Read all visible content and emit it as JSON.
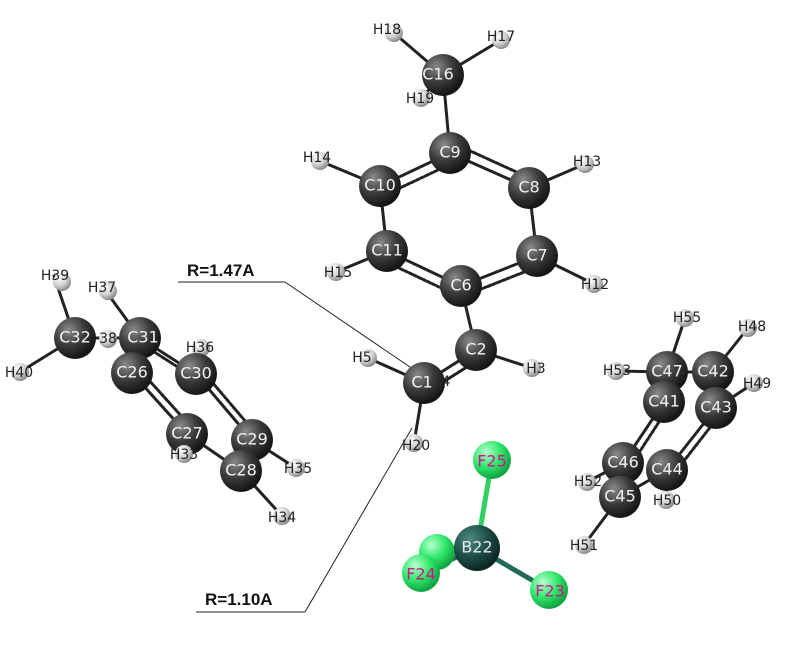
{
  "colors": {
    "carbon": "#3a3a3a",
    "hydrogen": "#cfcfcf",
    "fluorine": "#2fe86a",
    "boron": "#1f4f4a",
    "bond": "#222222"
  },
  "annotations": {
    "r1": "R=1.47A",
    "r2": "R=1.10A"
  },
  "atoms": {
    "C1": "C1",
    "C2": "C2",
    "C6": "C6",
    "C7": "C7",
    "C8": "C8",
    "C9": "C9",
    "C10": "C10",
    "C11": "C11",
    "C16": "C16",
    "H3": "H3",
    "H5": "H5",
    "H12": "H12",
    "H13": "H13",
    "H14": "H14",
    "H15": "H15",
    "H17": "H17",
    "H18": "H18",
    "H19": "H19",
    "H20": "H20",
    "C26": "C26",
    "C27": "C27",
    "C28": "C28",
    "C29": "C29",
    "C30": "C30",
    "C31": "C31",
    "C32": "C32",
    "H33": "H33",
    "H34": "H34",
    "H35": "H35",
    "H36": "H36",
    "H37": "H37",
    "H38": "38",
    "H39": "H39",
    "H40": "H40",
    "C41": "C41",
    "C42": "C42",
    "C43": "C43",
    "C44": "C44",
    "C45": "C45",
    "C46": "C46",
    "C47": "C47",
    "H48": "H48",
    "H49": "H49",
    "H50": "H50",
    "H51": "H51",
    "H52": "H52",
    "H53": "H53",
    "H55": "H55",
    "B22": "B22",
    "F23": "F23",
    "F24": "F24",
    "F25": "F25",
    "hidden4": "4"
  }
}
